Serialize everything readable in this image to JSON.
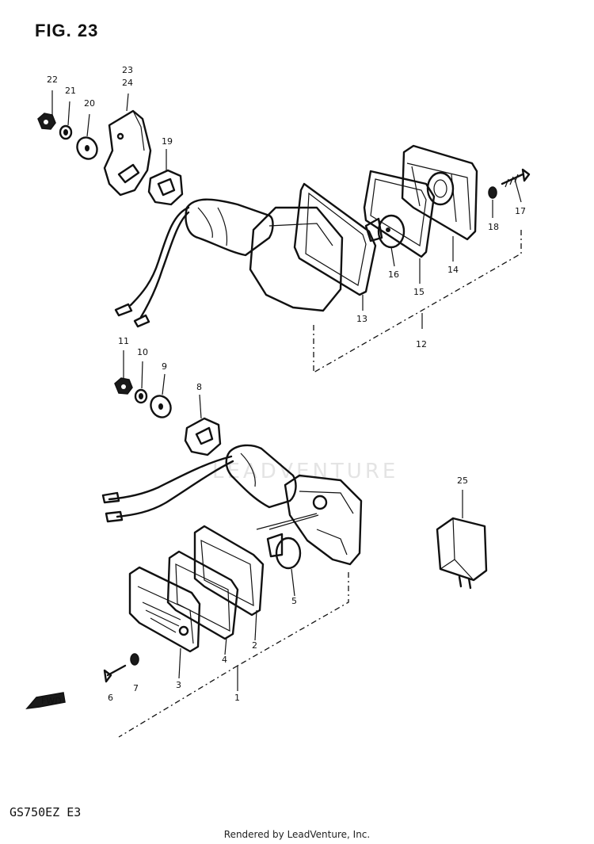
{
  "figure": {
    "title": "FIG. 23",
    "model_code": "GS750EZ  E3"
  },
  "footer": {
    "credit": "Rendered by LeadVenture, Inc."
  },
  "watermark": {
    "text": "LEADVENTURE"
  },
  "direction_marker": {
    "icon": "front-arrow-icon",
    "label": "FWD"
  },
  "callouts": [
    {
      "id": "22",
      "text": "22"
    },
    {
      "id": "21",
      "text": "21"
    },
    {
      "id": "20",
      "text": "20"
    },
    {
      "id": "23",
      "text": "23"
    },
    {
      "id": "24",
      "text": "24"
    },
    {
      "id": "19",
      "text": "19"
    },
    {
      "id": "17",
      "text": "17"
    },
    {
      "id": "18",
      "text": "18"
    },
    {
      "id": "14",
      "text": "14"
    },
    {
      "id": "16",
      "text": "16"
    },
    {
      "id": "15",
      "text": "15"
    },
    {
      "id": "13",
      "text": "13"
    },
    {
      "id": "12",
      "text": "12"
    },
    {
      "id": "11",
      "text": "11"
    },
    {
      "id": "10",
      "text": "10"
    },
    {
      "id": "9",
      "text": "9"
    },
    {
      "id": "8",
      "text": "8"
    },
    {
      "id": "25",
      "text": "25"
    },
    {
      "id": "5",
      "text": "5"
    },
    {
      "id": "2",
      "text": "2"
    },
    {
      "id": "4",
      "text": "4"
    },
    {
      "id": "3",
      "text": "3"
    },
    {
      "id": "7",
      "text": "7"
    },
    {
      "id": "6",
      "text": "6"
    },
    {
      "id": "1",
      "text": "1"
    }
  ]
}
